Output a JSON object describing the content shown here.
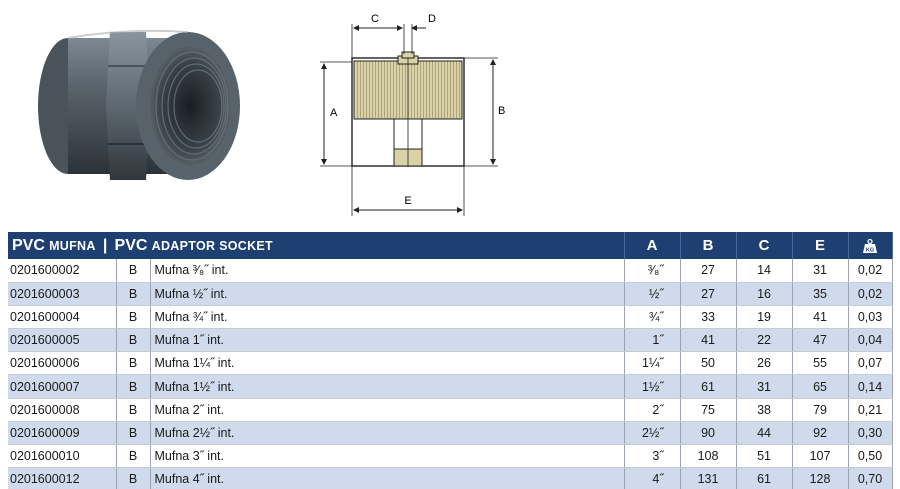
{
  "diagram": {
    "labels": {
      "C": "C",
      "D": "D",
      "A": "A",
      "B": "B",
      "E": "E"
    }
  },
  "table": {
    "title_pvc1": "PVC",
    "title_word1": "mufna",
    "title_separator": "|",
    "title_pvc2": "PVC",
    "title_word2": "adaptor socket",
    "col_a": "A",
    "col_b": "B",
    "col_c": "C",
    "col_e": "E",
    "weight_icon": "kg-weight-icon",
    "weight_icon_text": "KG",
    "rows": [
      {
        "code": "0201600002",
        "group": "B",
        "desc": "Mufna ³⁄₈˝ int.",
        "a": "³⁄₈˝",
        "b": "27",
        "c": "14",
        "e": "31",
        "w": "0,02"
      },
      {
        "code": "0201600003",
        "group": "B",
        "desc": "Mufna ½˝ int.",
        "a": "½˝",
        "b": "27",
        "c": "16",
        "e": "35",
        "w": "0,02"
      },
      {
        "code": "0201600004",
        "group": "B",
        "desc": "Mufna ¾˝ int.",
        "a": "¾˝",
        "b": "33",
        "c": "19",
        "e": "41",
        "w": "0,03"
      },
      {
        "code": "0201600005",
        "group": "B",
        "desc": "Mufna 1˝ int.",
        "a": "1˝",
        "b": "41",
        "c": "22",
        "e": "47",
        "w": "0,04"
      },
      {
        "code": "0201600006",
        "group": "B",
        "desc": "Mufna 1¼˝ int.",
        "a": "1¼˝",
        "b": "50",
        "c": "26",
        "e": "55",
        "w": "0,07"
      },
      {
        "code": "0201600007",
        "group": "B",
        "desc": "Mufna 1½˝ int.",
        "a": "1½˝",
        "b": "61",
        "c": "31",
        "e": "65",
        "w": "0,14"
      },
      {
        "code": "0201600008",
        "group": "B",
        "desc": "Mufna 2˝ int.",
        "a": "2˝",
        "b": "75",
        "c": "38",
        "e": "79",
        "w": "0,21"
      },
      {
        "code": "0201600009",
        "group": "B",
        "desc": "Mufna 2½˝ int.",
        "a": "2½˝",
        "b": "90",
        "c": "44",
        "e": "92",
        "w": "0,30"
      },
      {
        "code": "0201600010",
        "group": "B",
        "desc": "Mufna 3˝ int.",
        "a": "3˝",
        "b": "108",
        "c": "51",
        "e": "107",
        "w": "0,50"
      },
      {
        "code": "0201600012",
        "group": "B",
        "desc": "Mufna 4˝ int.",
        "a": "4˝",
        "b": "131",
        "c": "61",
        "e": "128",
        "w": "0,70"
      }
    ]
  }
}
